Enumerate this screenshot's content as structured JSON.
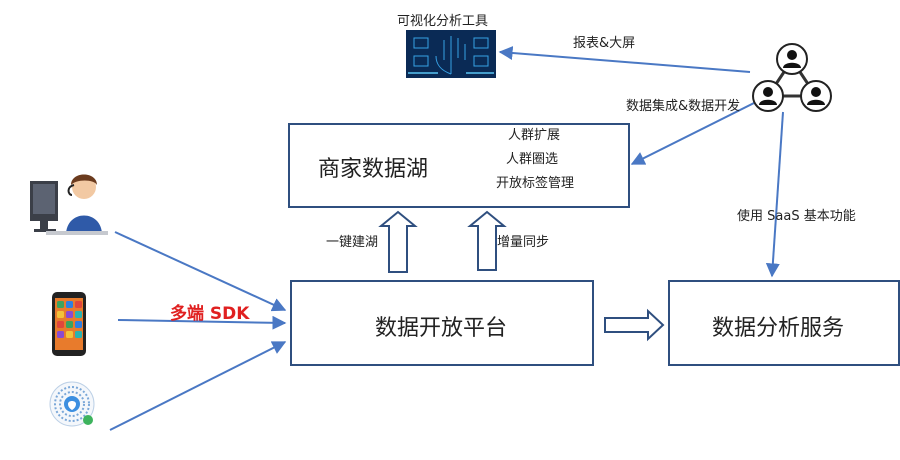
{
  "nodes": {
    "lake": "商家数据湖",
    "platform": "数据开放平台",
    "analysis": "数据分析服务",
    "viz_tool": "可视化分析工具"
  },
  "lake_features": [
    "人群扩展",
    "人群圈选",
    "开放标签管理"
  ],
  "edge_labels": {
    "reports": "报表&大屏",
    "integration": "数据集成&数据开发",
    "saas": "使用 SaaS 基本功能",
    "build_lake": "一键建湖",
    "incremental": "增量同步",
    "sdk": "多端 SDK"
  },
  "colors": {
    "arrow": "#4a78c4",
    "box_border": "#2f4f7f",
    "sdk_text": "#e02020"
  }
}
